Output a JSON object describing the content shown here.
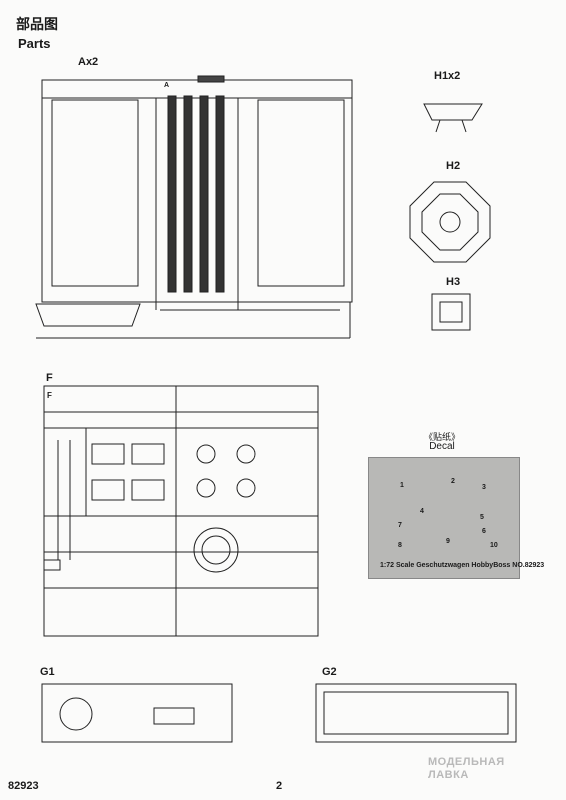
{
  "header": {
    "title_cn": "部品图",
    "title_en": "Parts"
  },
  "sprue_labels": {
    "a": "Ax2",
    "a_tag": "A",
    "h1": "H1x2",
    "h2": "H2",
    "h3": "H3",
    "f": "F",
    "f_tag": "F",
    "g1": "G1",
    "g2": "G2"
  },
  "decal": {
    "title_cn": "《贴纸》",
    "title_en": "Decal",
    "footer": "1:72 Scale Geschutzwagen HobbyBoss NO.82923",
    "numbers": [
      "1",
      "2",
      "3",
      "4",
      "5",
      "6",
      "7",
      "8",
      "9",
      "10"
    ]
  },
  "footer": {
    "code": "82923",
    "page": "2",
    "logo_line1": "МОДЕЛЬНАЯ",
    "logo_line2": "ЛАВКА"
  }
}
